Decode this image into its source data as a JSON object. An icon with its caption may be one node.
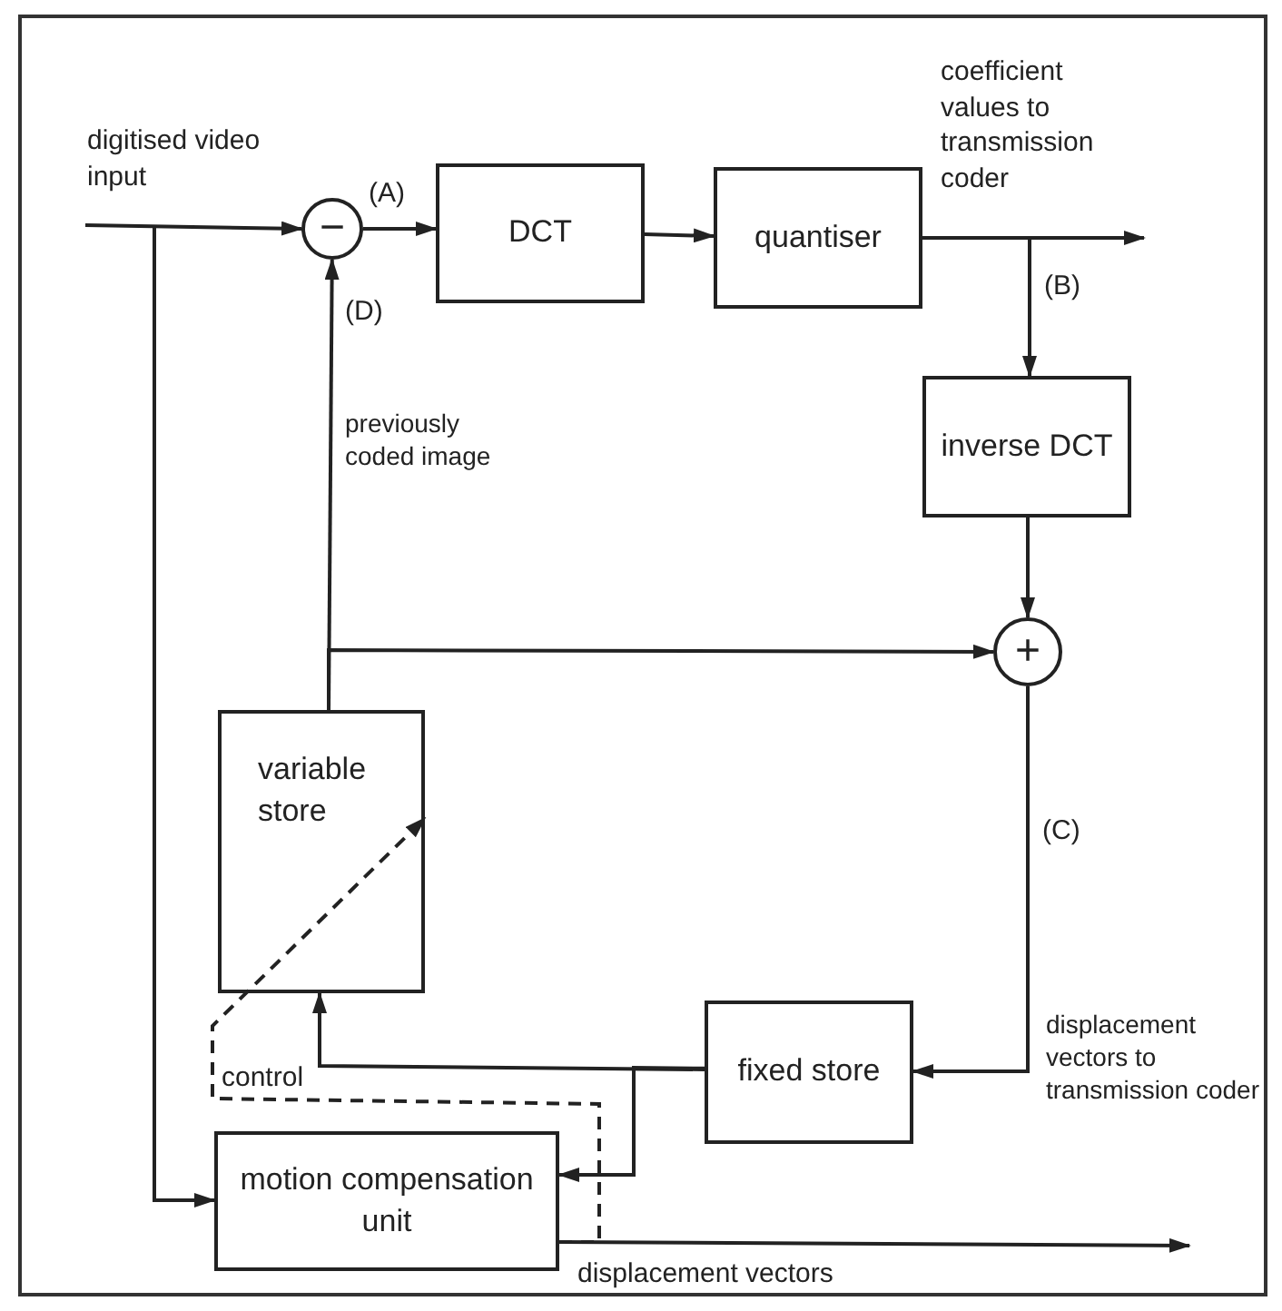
{
  "diagram": {
    "nodes": [
      {
        "text": [
          "−"
        ]
      },
      {
        "text": [
          "DCT"
        ]
      },
      {
        "text": [
          "quantiser"
        ]
      },
      {
        "text": [
          "inverse DCT"
        ]
      },
      {
        "text": [
          "+"
        ]
      },
      {
        "text": [
          "variable store"
        ]
      },
      {
        "text": [
          "fixed store"
        ]
      },
      {
        "text": [
          "motion compensation unit"
        ]
      }
    ],
    "edges": [
      {
        "from": null,
        "to": 0,
        "arrow": "to",
        "label": "digitised video input"
      },
      {
        "from": null,
        "to": 7,
        "arrow": "to"
      },
      {
        "from": 0,
        "to": 1,
        "arrow": "to",
        "label": "(A)"
      },
      {
        "from": 1,
        "to": 2,
        "arrow": "to"
      },
      {
        "from": 2,
        "to": null,
        "arrow": "to",
        "label": "coefficient values to transmission coder"
      },
      {
        "from": 2,
        "to": 3,
        "arrow": "to",
        "label": "(B)"
      },
      {
        "from": 3,
        "to": 4,
        "arrow": "to"
      },
      {
        "from": 5,
        "to": 0,
        "arrow": "to",
        "label": "(D)"
      },
      {
        "from": 5,
        "to": 4,
        "arrow": "to"
      },
      {
        "from": 4,
        "to": 6,
        "arrow": "to",
        "label": "(C)"
      },
      {
        "from": 6,
        "to": 5,
        "arrow": "to"
      },
      {
        "from": 6,
        "to": 7,
        "arrow": "to"
      },
      {
        "from": 7,
        "to": null,
        "arrow": "to",
        "label": "displacement vectors"
      },
      {
        "from": 7,
        "to": 5,
        "arrow": "to",
        "label": "control",
        "style": "dashed"
      }
    ],
    "labels": [
      "previously coded image",
      "displacement vectors to transmission coder"
    ]
  }
}
